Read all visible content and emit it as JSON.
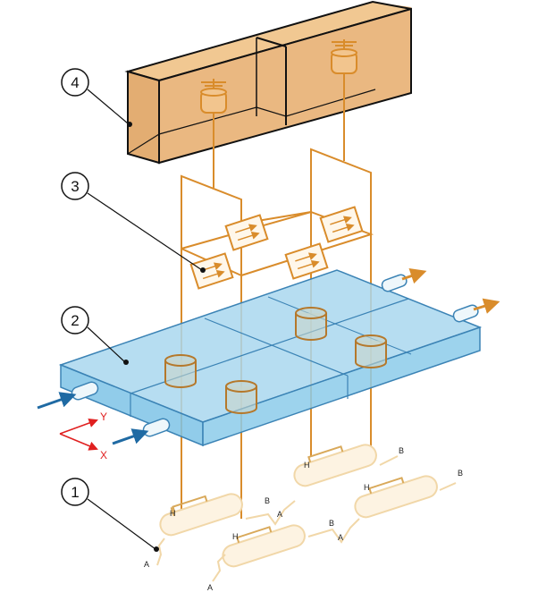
{
  "callouts": [
    {
      "number": "1"
    },
    {
      "number": "2"
    },
    {
      "number": "3"
    },
    {
      "number": "4"
    }
  ],
  "axes": {
    "x_label": "X",
    "y_label": "Y",
    "color": "#e02020"
  },
  "wire_labels": {
    "h": "H",
    "a": "A",
    "b": "B"
  },
  "colors": {
    "frame": "#d98c2b",
    "box_fill": "#edbb83",
    "plate_top": "#a9d7ee",
    "plate_front": "#7ec3e6",
    "plate_edge": "#3b83b5",
    "flow_in": "#1f6aa3",
    "flow_out": "#d98c2b",
    "lower_lines": "#f1d7a8"
  }
}
